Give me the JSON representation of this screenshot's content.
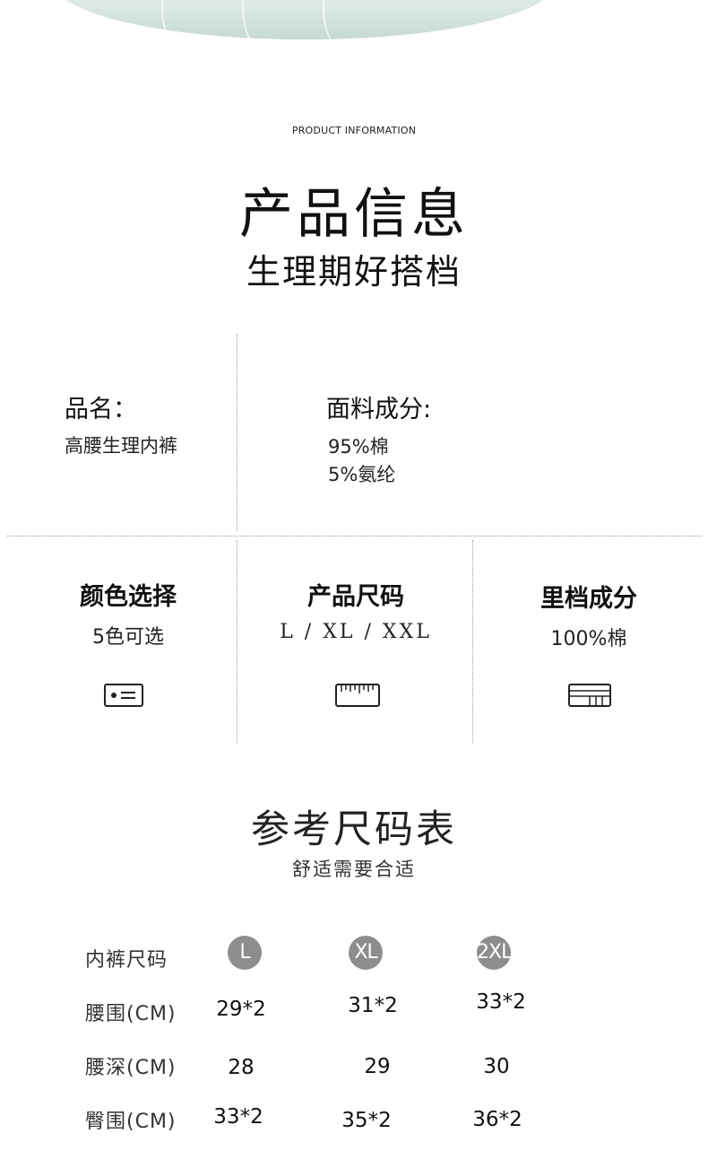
{
  "header": {
    "kicker": "PRODUCT INFORMATION",
    "title": "产品信息",
    "subtitle": "生理期好搭档"
  },
  "info": {
    "name_label": "品名：",
    "name_value": "高腰生理内裤",
    "fabric_label": "面料成分:",
    "fabric_values": [
      "95%棉",
      "5%氨纶"
    ]
  },
  "features": [
    {
      "title": "颜色选择",
      "value": "5色可选",
      "icon": "id-card-icon"
    },
    {
      "title": "产品尺码",
      "value": "L / XL / XXL",
      "icon": "ruler-icon"
    },
    {
      "title": "里档成分",
      "value": "100%棉",
      "icon": "fabric-panel-icon"
    }
  ],
  "size_chart": {
    "title": "参考尺码表",
    "subtitle": "舒适需要合适",
    "header_label": "内裤尺码",
    "sizes": [
      "L",
      "XL",
      "2XL"
    ],
    "rows": [
      {
        "label": "腰围(CM)",
        "values": [
          "29*2",
          "31*2",
          "33*2"
        ]
      },
      {
        "label": "腰深(CM)",
        "values": [
          "28",
          "29",
          "30"
        ]
      },
      {
        "label": "臀围(CM)",
        "values": [
          "33*2",
          "35*2",
          "36*2"
        ]
      }
    ]
  },
  "colors": {
    "badge": "#8d8d8d",
    "fabric_tint": "#d7e5e2"
  }
}
